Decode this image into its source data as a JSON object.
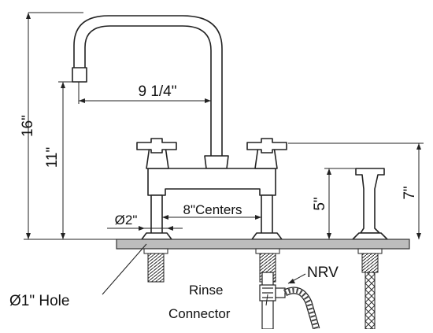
{
  "diagram": {
    "dimensions": {
      "overall_height": "16\"",
      "spout_height": "11\"",
      "spout_reach": "9 1/4\"",
      "handle_spacing": "8\"Centers",
      "shank_diameter": "Ø2\"",
      "sprayer_height": "5\"",
      "handle_height": "7\""
    },
    "callouts": {
      "hole": "Ø1\" Hole",
      "nrv": "NRV",
      "rinse_line1": "Rinse",
      "rinse_line2": "Connector"
    }
  }
}
